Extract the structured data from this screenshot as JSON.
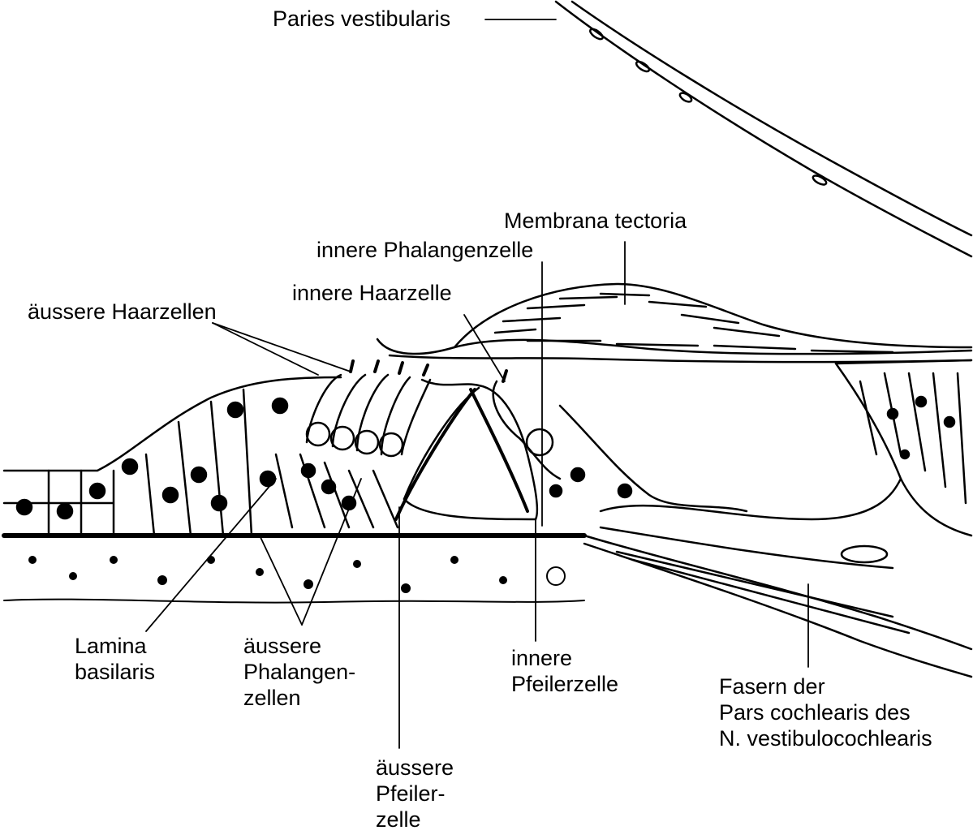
{
  "labels": {
    "paries_vestibularis": "Paries vestibularis",
    "membrana_tectoria": "Membrana tectoria",
    "innere_phalangenzelle": "innere Phalangenzelle",
    "innere_haarzelle": "innere Haarzelle",
    "aeussere_haarzellen": "äussere Haarzellen",
    "lamina_basilaris_1": "Lamina",
    "lamina_basilaris_2": "basilaris",
    "aeussere_phalangenzellen_1": "äussere",
    "aeussere_phalangenzellen_2": "Phalangen-",
    "aeussere_phalangenzellen_3": "zellen",
    "innere_pfeilerzelle_1": "innere",
    "innere_pfeilerzelle_2": "Pfeilerzelle",
    "fasern_1": "Fasern der",
    "fasern_2": "Pars cochlearis des",
    "fasern_3": "N. vestibulocochlearis",
    "aeussere_pfeilerzelle_1": "äussere",
    "aeussere_pfeilerzelle_2": "Pfeiler-",
    "aeussere_pfeilerzelle_3": "zelle"
  }
}
